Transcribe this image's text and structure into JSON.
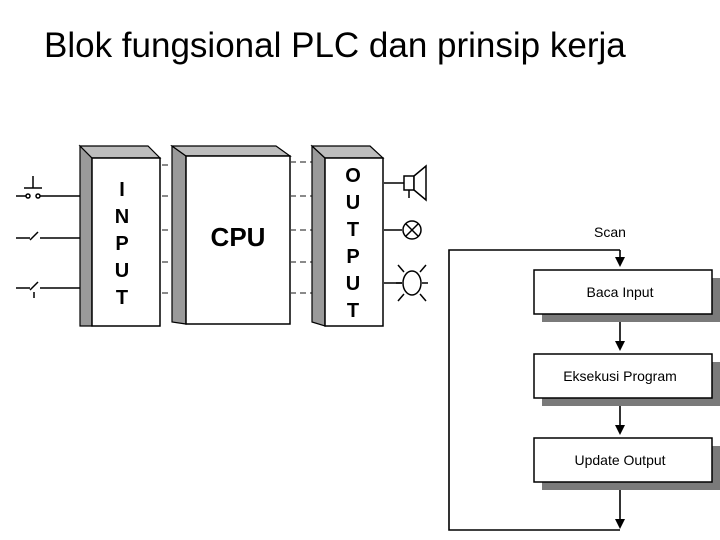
{
  "title": "Blok fungsional PLC dan prinsip kerja",
  "blocks": {
    "input": [
      "I",
      "N",
      "P",
      "U",
      "T"
    ],
    "cpu": "CPU",
    "output": [
      "O",
      "U",
      "T",
      "P",
      "U",
      "T"
    ]
  },
  "flow": {
    "scan_label": "Scan",
    "steps": [
      "Baca Input",
      "Eksekusi Program",
      "Update Output"
    ]
  },
  "devices": {
    "inputs": [
      "push-button-icon",
      "switch-contact-icon",
      "limit-switch-icon"
    ],
    "outputs": [
      "horn-icon",
      "indicator-lamp-icon",
      "beacon-lamp-icon"
    ]
  },
  "colors": {
    "block_fill": "#ffffff",
    "block_shadow": "#888888",
    "step_shadow": "#7a7a7a",
    "line": "#000000"
  }
}
